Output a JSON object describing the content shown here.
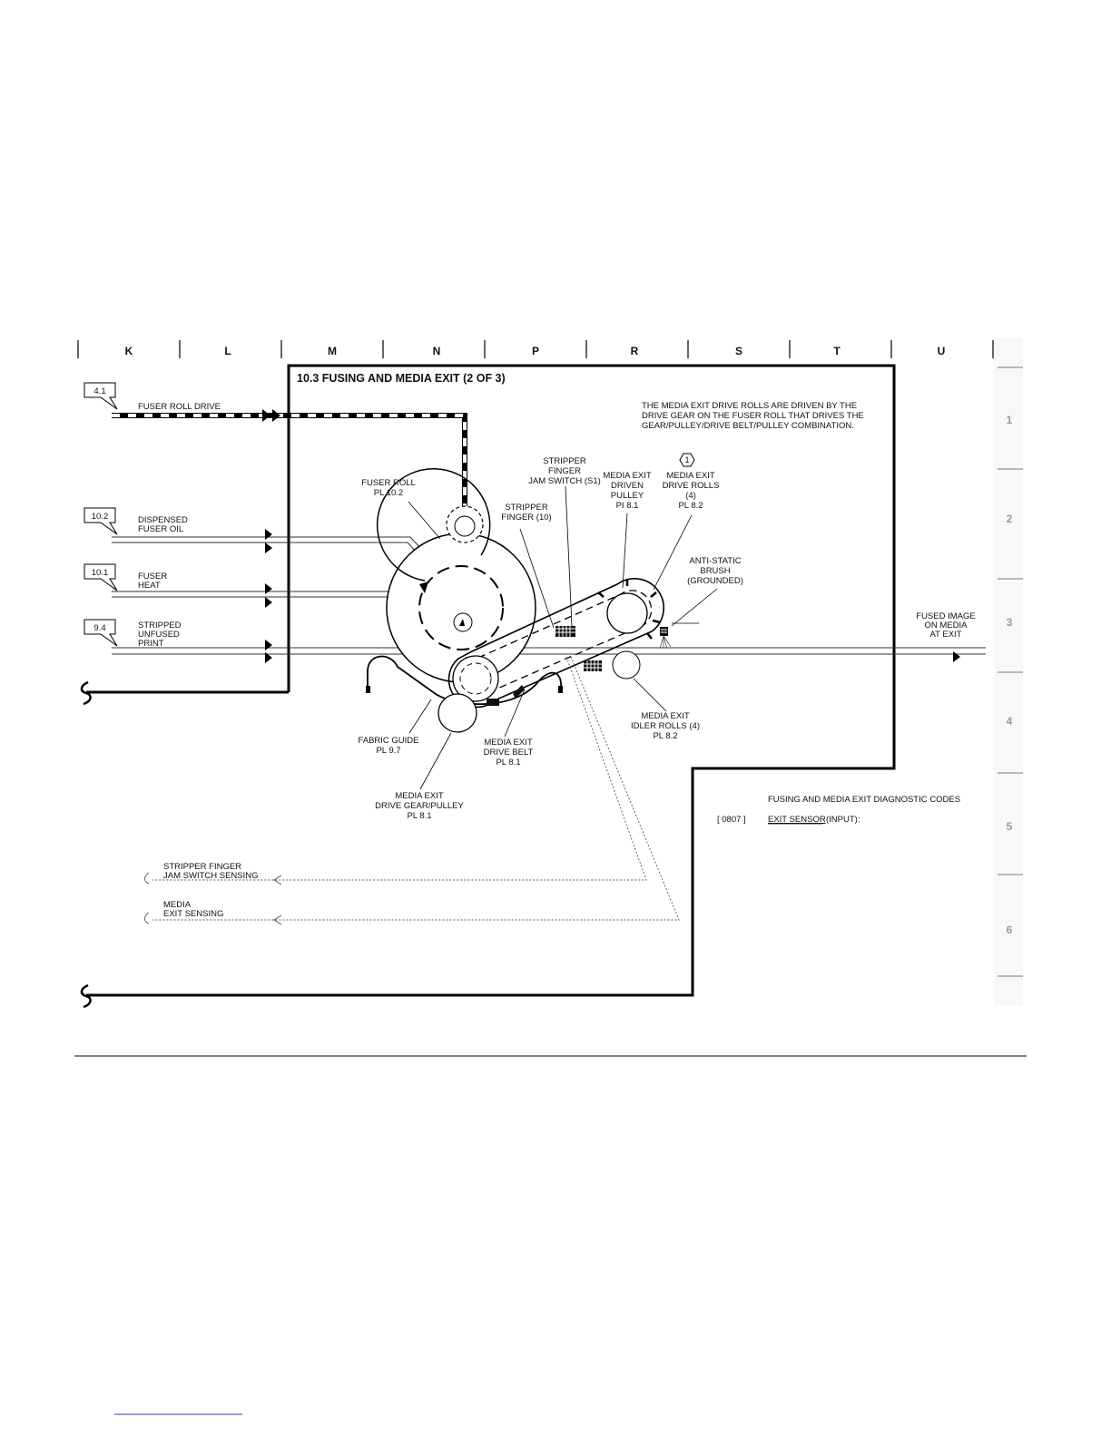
{
  "diagram": {
    "title": "10.3 FUSING AND MEDIA EXIT (2 OF 3)",
    "columns": [
      "K",
      "L",
      "M",
      "N",
      "P",
      "R",
      "S",
      "T",
      "U"
    ],
    "rows": [
      "1",
      "2",
      "3",
      "4",
      "5",
      "6"
    ],
    "note": [
      "THE MEDIA EXIT DRIVE ROLLS ARE DRIVEN BY THE",
      "DRIVE GEAR ON THE FUSER ROLL THAT DRIVES THE",
      "GEAR/PULLEY/DRIVE BELT/PULLEY COMBINATION."
    ],
    "inputs": [
      {
        "ref": "4.1",
        "label": [
          "FUSER ROLL DRIVE"
        ]
      },
      {
        "ref": "10.2",
        "label": [
          "DISPENSED",
          "FUSER OIL"
        ]
      },
      {
        "ref": "10.1",
        "label": [
          "FUSER",
          "HEAT"
        ]
      },
      {
        "ref": "9.4",
        "label": [
          "STRIPPED",
          "UNFUSED",
          "PRINT"
        ]
      }
    ],
    "components": {
      "fuser_roll": [
        "FUSER ROLL",
        "PL 10.2"
      ],
      "stripper_finger_switch": [
        "STRIPPER",
        "FINGER",
        "JAM SWITCH (S1)"
      ],
      "stripper_finger": [
        "STRIPPER",
        "FINGER (10)"
      ],
      "driven_pulley": [
        "MEDIA EXIT",
        "DRIVEN",
        "PULLEY",
        "PI 8.1"
      ],
      "drive_rolls": [
        "MEDIA EXIT",
        "DRIVE ROLLS",
        "(4)",
        "PL 8.2"
      ],
      "drive_rolls_badge": "1",
      "anti_static": [
        "ANTI-STATIC",
        "BRUSH",
        "(GROUNDED)"
      ],
      "fused_image": [
        "FUSED IMAGE",
        "ON MEDIA",
        "AT EXIT"
      ],
      "idler_rolls": [
        "MEDIA EXIT",
        "IDLER ROLLS (4)",
        "PL 8.2"
      ],
      "fabric_guide": [
        "FABRIC GUIDE",
        "PL 9.7"
      ],
      "drive_belt": [
        "MEDIA EXIT",
        "DRIVE BELT",
        "PL 8.1"
      ],
      "gear_pulley": [
        "MEDIA EXIT",
        "DRIVE GEAR/PULLEY",
        "PL 8.1"
      ]
    },
    "diagnostics": {
      "heading": "FUSING AND MEDIA EXIT DIAGNOSTIC CODES",
      "code": "[ 0807 ]",
      "sensor": "EXIT SENSOR",
      "suffix": "(INPUT):"
    },
    "outputs": [
      {
        "label": [
          "STRIPPER FINGER",
          "JAM SWITCH SENSING"
        ]
      },
      {
        "label": [
          "MEDIA",
          "EXIT SENSING"
        ]
      }
    ]
  }
}
